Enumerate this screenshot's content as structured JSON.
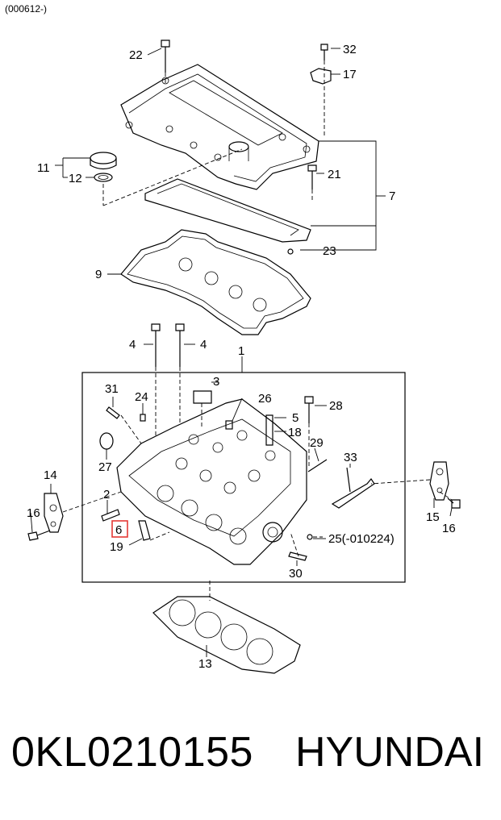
{
  "diagram": {
    "date_note": "(000612-)",
    "callouts": {
      "c1": "1",
      "c2": "2",
      "c3": "3",
      "c4a": "4",
      "c4b": "4",
      "c5": "5",
      "c6": "6",
      "c7": "7",
      "c9": "9",
      "c11": "11",
      "c12": "12",
      "c13": "13",
      "c14": "14",
      "c15": "15",
      "c16a": "16",
      "c16b": "16",
      "c17": "17",
      "c18": "18",
      "c19": "19",
      "c21": "21",
      "c22": "22",
      "c23": "23",
      "c24": "24",
      "c25": "25(-010224)",
      "c26": "26",
      "c27": "27",
      "c28": "28",
      "c29": "29",
      "c30": "30",
      "c31": "31",
      "c32": "32",
      "c33": "33"
    },
    "highlight_color": "#e53935"
  },
  "footer": {
    "part_number": "0KL0210155",
    "brand": "HYUNDAI"
  }
}
